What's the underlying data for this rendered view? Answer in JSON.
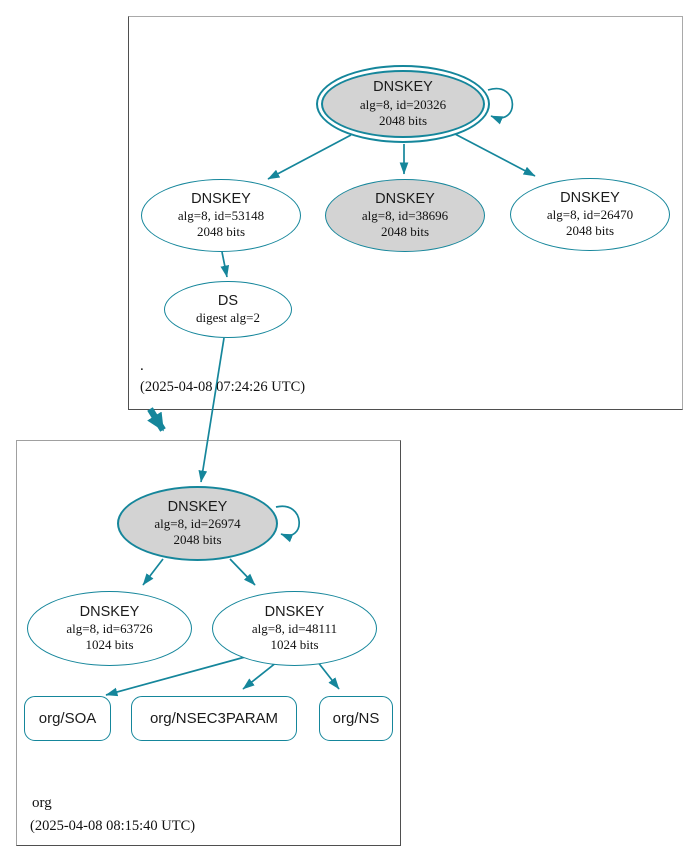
{
  "colors": {
    "edge_teal": "#15869b",
    "node_border_teal": "#15869b",
    "highlight_node_fill": "#d3d3d3",
    "zone_box_border": "#8a8a8a",
    "text": "#111111"
  },
  "root_zone": {
    "label": ".",
    "timestamp": "(2025-04-08 07:24:26 UTC)",
    "nodes": {
      "ksk": {
        "title": "DNSKEY",
        "detail": "alg=8, id=20326",
        "bits": "2048 bits"
      },
      "zsk1": {
        "title": "DNSKEY",
        "detail": "alg=8, id=53148",
        "bits": "2048 bits"
      },
      "zsk2": {
        "title": "DNSKEY",
        "detail": "alg=8, id=38696",
        "bits": "2048 bits"
      },
      "zsk3": {
        "title": "DNSKEY",
        "detail": "alg=8, id=26470",
        "bits": "2048 bits"
      },
      "ds": {
        "title": "DS",
        "detail": "digest alg=2"
      }
    }
  },
  "org_zone": {
    "label": "org",
    "timestamp": "(2025-04-08 08:15:40 UTC)",
    "nodes": {
      "ksk": {
        "title": "DNSKEY",
        "detail": "alg=8, id=26974",
        "bits": "2048 bits"
      },
      "zsk1": {
        "title": "DNSKEY",
        "detail": "alg=8, id=63726",
        "bits": "1024 bits"
      },
      "zsk2": {
        "title": "DNSKEY",
        "detail": "alg=8, id=48111",
        "bits": "1024 bits"
      }
    },
    "rrsets": {
      "soa": {
        "label": "org/SOA"
      },
      "nsec3param": {
        "label": "org/NSEC3PARAM"
      },
      "ns": {
        "label": "org/NS"
      }
    }
  }
}
